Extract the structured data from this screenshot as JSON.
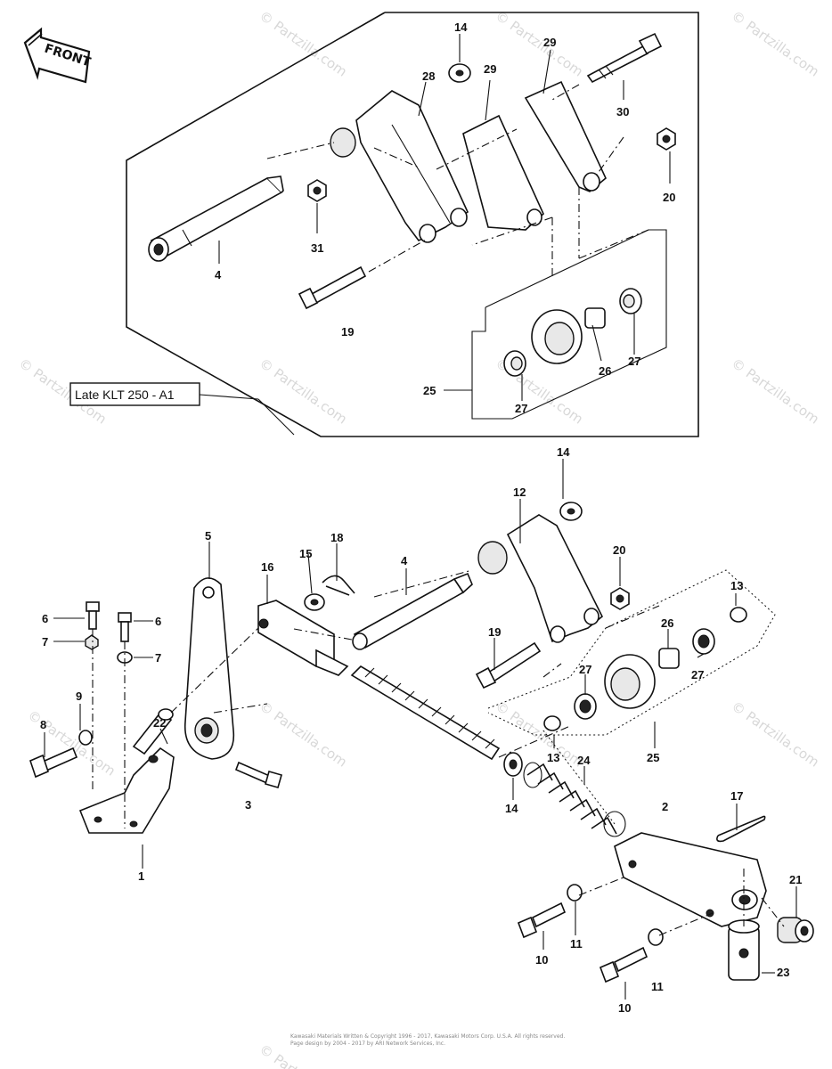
{
  "header": {
    "front_label": "FRONT",
    "inset_label": "Late KLT 250 - A1"
  },
  "watermark": {
    "text": "© Partzilla.com",
    "color": "#d8d8d8"
  },
  "part_labels": {
    "p1": "1",
    "p2": "2",
    "p3": "3",
    "p4_top": "4",
    "p4_bottom": "4",
    "p5": "5",
    "p6_left": "6",
    "p6_right": "6",
    "p7_left": "7",
    "p7_right": "7",
    "p8": "8",
    "p9": "9",
    "p10_a": "10",
    "p10_b": "10",
    "p11_a": "11",
    "p11_b": "11",
    "p12": "12",
    "p13_a": "13",
    "p13_b": "13",
    "p14_top": "14",
    "p14_mid": "14",
    "p14_low": "14",
    "p15": "15",
    "p16": "16",
    "p17": "17",
    "p18": "18",
    "p19_top": "19",
    "p19_bottom": "19",
    "p20_top": "20",
    "p20_bottom": "20",
    "p21": "21",
    "p22": "22",
    "p23": "23",
    "p24": "24",
    "p25_top": "25",
    "p25_bottom": "25",
    "p26_top": "26",
    "p26_bottom": "26",
    "p27_a": "27",
    "p27_b": "27",
    "p27_c": "27",
    "p27_d": "27",
    "p28": "28",
    "p29_a": "29",
    "p29_b": "29",
    "p30": "30",
    "p31": "31"
  },
  "footer": {
    "copyright_line1": "Kawasaki Materials Written & Copyright 1996 - 2017, Kawasaki Motors Corp. U.S.A. All rights reserved.",
    "copyright_line2": "Page design by 2004 - 2017 by ARI Network Services, Inc."
  }
}
